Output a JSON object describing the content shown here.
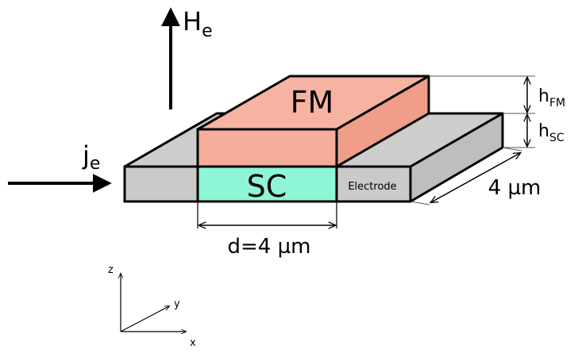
{
  "labels": {
    "field": {
      "main": "H",
      "sub": "e"
    },
    "current": {
      "main": "j",
      "sub": "e"
    },
    "fm_block": "FM",
    "sc_block": "SC",
    "electrode": "Electrode",
    "h_fm": {
      "main": "h",
      "sub": "FM"
    },
    "h_sc": {
      "main": "h",
      "sub": "SC"
    },
    "width": "4 µm",
    "length": "d=4 µm"
  },
  "axes": {
    "z": "z",
    "y": "y",
    "x": "x"
  },
  "colors": {
    "fm": "#f5ad9b",
    "fm_top": "#f7b3a2",
    "fm_side": "#f09e8a",
    "sc": "#8ef5d6",
    "electrode": "#cacbc9",
    "electrode_top": "#cdcecc",
    "electrode_side": "#bdbfbc",
    "stroke": "#000000",
    "dim_line": "#555555"
  }
}
